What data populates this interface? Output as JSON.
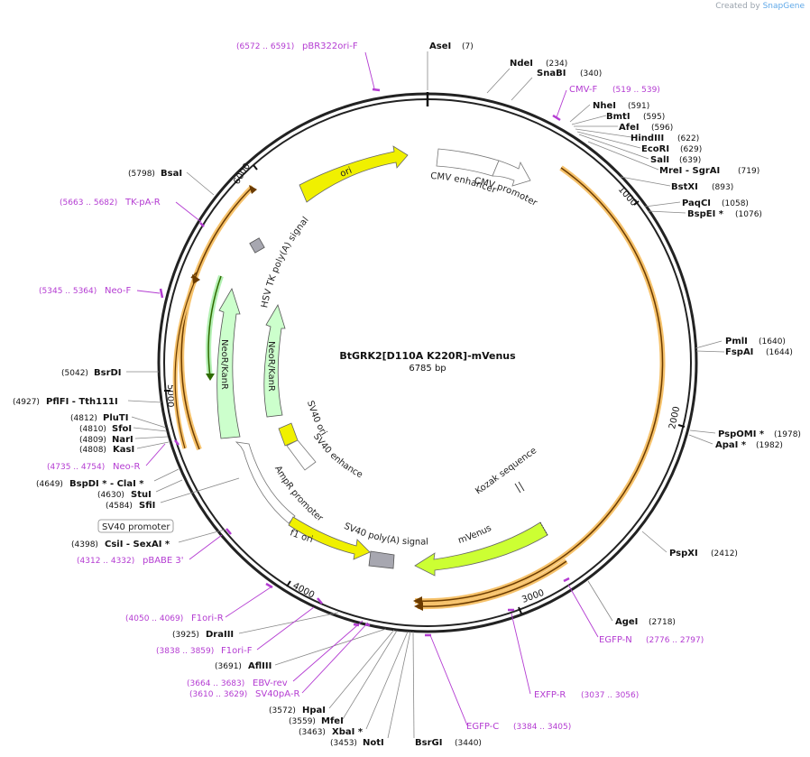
{
  "brand": {
    "created_by": "Created by",
    "name": "SnapGene"
  },
  "plasmid": {
    "name": "BtGRK2[D110A K220R]-mVenus",
    "length_label": "6785 bp"
  },
  "colors": {
    "primer": "#b43cd2",
    "feature_yellow": "#f0f000",
    "feature_green": "#ccffcc",
    "orange_arc": "#f6a821",
    "terminator": "#999999"
  },
  "ruler": [
    "1000",
    "2000",
    "3000",
    "4000",
    "5000",
    "6000"
  ],
  "enzymes": [
    {
      "name": "AseI",
      "pos": "(7)"
    },
    {
      "name": "NdeI",
      "pos": "(234)"
    },
    {
      "name": "SnaBI",
      "pos": "(340)"
    },
    {
      "name": "NheI",
      "pos": "(591)"
    },
    {
      "name": "BmtI",
      "pos": "(595)"
    },
    {
      "name": "AfeI",
      "pos": "(596)"
    },
    {
      "name": "HindIII",
      "pos": "(622)"
    },
    {
      "name": "EcoRI",
      "pos": "(629)"
    },
    {
      "name": "SalI",
      "pos": "(639)"
    },
    {
      "name": "MreI - SgrAI",
      "pos": "(719)"
    },
    {
      "name": "BstXI",
      "pos": "(893)"
    },
    {
      "name": "PaqCI",
      "pos": "(1058)"
    },
    {
      "name": "BspEI *",
      "pos": "(1076)"
    },
    {
      "name": "PmlI",
      "pos": "(1640)"
    },
    {
      "name": "FspAI",
      "pos": "(1644)"
    },
    {
      "name": "PspOMI *",
      "pos": "(1978)"
    },
    {
      "name": "ApaI *",
      "pos": "(1982)"
    },
    {
      "name": "PspXI",
      "pos": "(2412)"
    },
    {
      "name": "AgeI",
      "pos": "(2718)"
    },
    {
      "name": "BsrGI",
      "pos": "(3440)"
    },
    {
      "name": "NotI",
      "pos": "(3453)"
    },
    {
      "name": "XbaI *",
      "pos": "(3463)"
    },
    {
      "name": "MfeI",
      "pos": "(3559)"
    },
    {
      "name": "HpaI",
      "pos": "(3572)"
    },
    {
      "name": "AflIII",
      "pos": "(3691)"
    },
    {
      "name": "DraIII",
      "pos": "(3925)"
    },
    {
      "name": "CsiI - SexAI *",
      "pos": "(4398)"
    },
    {
      "name": "SfiI",
      "pos": "(4584)"
    },
    {
      "name": "StuI",
      "pos": "(4630)"
    },
    {
      "name": "BspDI * - ClaI *",
      "pos": "(4649)"
    },
    {
      "name": "KasI",
      "pos": "(4808)"
    },
    {
      "name": "NarI",
      "pos": "(4809)"
    },
    {
      "name": "SfoI",
      "pos": "(4810)"
    },
    {
      "name": "PluTI",
      "pos": "(4812)"
    },
    {
      "name": "PflFI - Tth111I",
      "pos": "(4927)"
    },
    {
      "name": "BsrDI",
      "pos": "(5042)"
    },
    {
      "name": "BsaI",
      "pos": "(5798)"
    }
  ],
  "primers": [
    {
      "name": "pBR322ori-F",
      "range": "(6572 .. 6591)"
    },
    {
      "name": "CMV-F",
      "range": "(519 .. 539)"
    },
    {
      "name": "TK-pA-R",
      "range": "(5663 .. 5682)"
    },
    {
      "name": "Neo-F",
      "range": "(5345 .. 5364)"
    },
    {
      "name": "Neo-R",
      "range": "(4735 .. 4754)"
    },
    {
      "name": "pBABE 3'",
      "range": "(4312 .. 4332)"
    },
    {
      "name": "F1ori-R",
      "range": "(4050 .. 4069)"
    },
    {
      "name": "F1ori-F",
      "range": "(3838 .. 3859)"
    },
    {
      "name": "EBV-rev",
      "range": "(3664 .. 3683)"
    },
    {
      "name": "SV40pA-R",
      "range": "(3610 .. 3629)"
    },
    {
      "name": "EGFP-C",
      "range": "(3384 .. 3405)"
    },
    {
      "name": "EXFP-R",
      "range": "(3037 .. 3056)"
    },
    {
      "name": "EGFP-N",
      "range": "(2776 .. 2797)"
    }
  ],
  "features": {
    "ori": "ori",
    "cmv_enhancer": "CMV enhancer",
    "cmv_promoter": "CMV promoter",
    "hsv_tk": "HSV TK poly(A) signal",
    "neo_outer": "NeoR/KanR",
    "neo_inner": "NeoR/KanR",
    "sv40_ori": "SV40 ori",
    "sv40_enhancer": "SV40 enhancer",
    "ampr_promoter": "AmpR promoter",
    "f1_ori": "f1 ori",
    "sv40_polya": "SV40 poly(A) signal",
    "mvenus": "mVenus",
    "kozak": "Kozak sequence",
    "sv40_promoter_box": "SV40 promoter"
  }
}
